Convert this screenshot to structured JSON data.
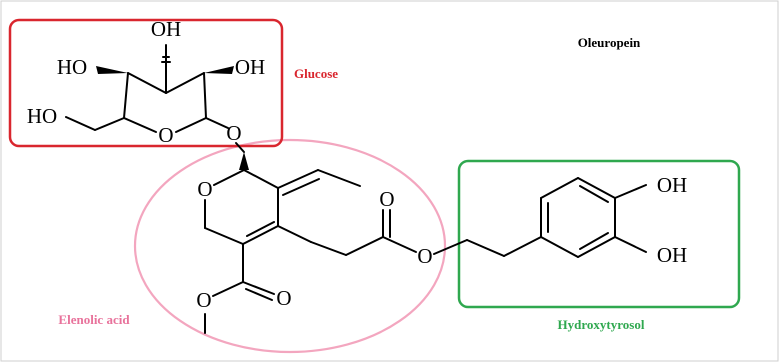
{
  "title": "Oleuropein",
  "regions": {
    "glucose": {
      "label": "Glucose",
      "color": "#d9262e"
    },
    "elenolic": {
      "label": "Elenolic acid",
      "color": "#f3a6bf",
      "label_color": "#e8729b"
    },
    "hydroxytyrosol": {
      "label": "Hydroxytyrosol",
      "color": "#2fa84f"
    }
  },
  "atoms": {
    "oh_top": "OH",
    "ho_left": "HO",
    "oh_right": "OH",
    "ho_ch2": "HO",
    "ring_o_glucose": "O",
    "glycosidic_o": "O",
    "pyran_o": "O",
    "ester_carbonyl_o": "O",
    "ester_o": "O",
    "methyl_ester_o": "O",
    "methyl_ester_carbonyl_o": "O",
    "phenol_oh_1": "OH",
    "phenol_oh_2": "OH"
  }
}
